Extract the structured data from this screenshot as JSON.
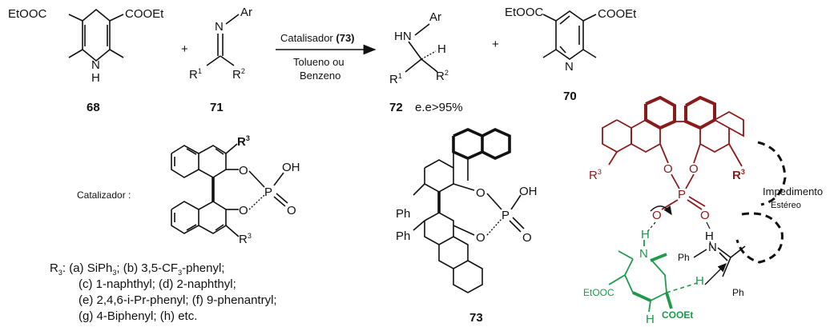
{
  "reaction": {
    "c68": {
      "left_ester": "EtOOC",
      "right_ester": "COOEt",
      "nh_n": "N",
      "nh_h": "H",
      "number": "68"
    },
    "plus1": "+",
    "c71": {
      "n": "N",
      "ar": "Ar",
      "r1": "R",
      "r1_sup": "1",
      "r2": "R",
      "r2_sup": "2",
      "number": "71"
    },
    "arrow": {
      "catalyst_label": "Catalisador",
      "catalyst_number": "(73)",
      "solvent_line1": "Tolueno ou",
      "solvent_line2": "Benzeno"
    },
    "c72": {
      "hn": "HN",
      "ar": "Ar",
      "h": "H",
      "r1": "R",
      "r1_sup": "1",
      "r2": "R",
      "r2_sup": "2",
      "number": "72",
      "ee": "e.e>95%"
    },
    "plus2": "+",
    "c70": {
      "left_ester": "EtOOC",
      "right_ester": "COOEt",
      "n": "N",
      "number": "70"
    }
  },
  "catalyst": {
    "label": "Catalizador :",
    "r3_top": "R",
    "r3_top_sup": "3",
    "r3_bottom": "R",
    "r3_bottom_sup": "3",
    "o_top": "O",
    "o_bottom": "O",
    "p": "P",
    "oh": "OH",
    "o_dbl": "O",
    "r_list_prefix": "R",
    "r_list_sub": "3",
    "r_list_line1": ": (a) SiPh",
    "r_list_line1_sub": "3",
    "r_list_line1_tail": "; (b) 3,5-CF",
    "r_list_line1_sub2": "3",
    "r_list_line1_tail2": "-phenyl;",
    "r_list_line2": "(c) 1-naphthyl; (d) 2-naphthyl;",
    "r_list_line3": "(e) 2,4,6-i-Pr-phenyl; (f) 9-phenantryl;",
    "r_list_line4": "(g) 4-Biphenyl; (h) etc."
  },
  "catalyst73": {
    "ph_top": "Ph",
    "ph_bottom": "Ph",
    "o_top": "O",
    "o_bottom": "O",
    "p": "P",
    "oh": "OH",
    "o_dbl": "O",
    "number": "73"
  },
  "model": {
    "r3_left": "R",
    "r3_left_sup": "3",
    "r3_right": "R",
    "r3_right_sup": "3",
    "o1": "O",
    "o2": "O",
    "p": "P",
    "o3": "O",
    "o4": "O",
    "h_left": "H",
    "h_right": "H",
    "n_dhp": "N",
    "h_dhp": "H",
    "h_bottom": "H",
    "ester_left": "EtOOC",
    "ester_right": "COOEt",
    "ph1": "Ph",
    "n_imine": "N",
    "ph2": "Ph",
    "annotation_line1": "Impedimento",
    "annotation_line2": "Estéreo"
  }
}
